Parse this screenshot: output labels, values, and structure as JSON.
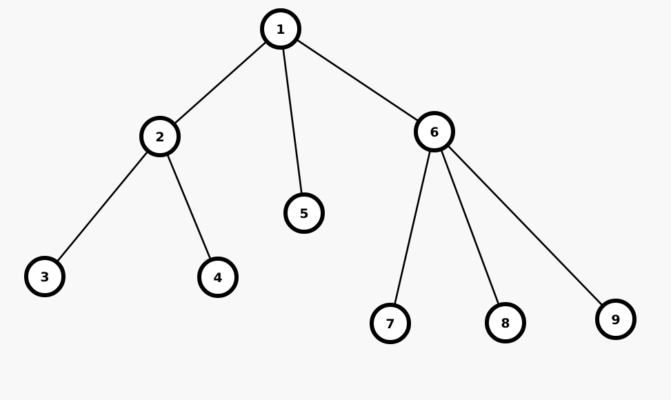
{
  "diagram": {
    "type": "tree",
    "colors": {
      "background": "#f8f8f8",
      "node_fill": "#ffffff",
      "node_stroke": "#000000",
      "edge": "#000000",
      "label": "#000000"
    },
    "nodes": [
      {
        "id": "1",
        "label": "1"
      },
      {
        "id": "2",
        "label": "2"
      },
      {
        "id": "3",
        "label": "3"
      },
      {
        "id": "4",
        "label": "4"
      },
      {
        "id": "5",
        "label": "5"
      },
      {
        "id": "6",
        "label": "6"
      },
      {
        "id": "7",
        "label": "7"
      },
      {
        "id": "8",
        "label": "8"
      },
      {
        "id": "9",
        "label": "9"
      }
    ],
    "edges": [
      {
        "from": "1",
        "to": "2"
      },
      {
        "from": "1",
        "to": "5"
      },
      {
        "from": "1",
        "to": "6"
      },
      {
        "from": "2",
        "to": "3"
      },
      {
        "from": "2",
        "to": "4"
      },
      {
        "from": "6",
        "to": "7"
      },
      {
        "from": "6",
        "to": "8"
      },
      {
        "from": "6",
        "to": "9"
      }
    ]
  }
}
